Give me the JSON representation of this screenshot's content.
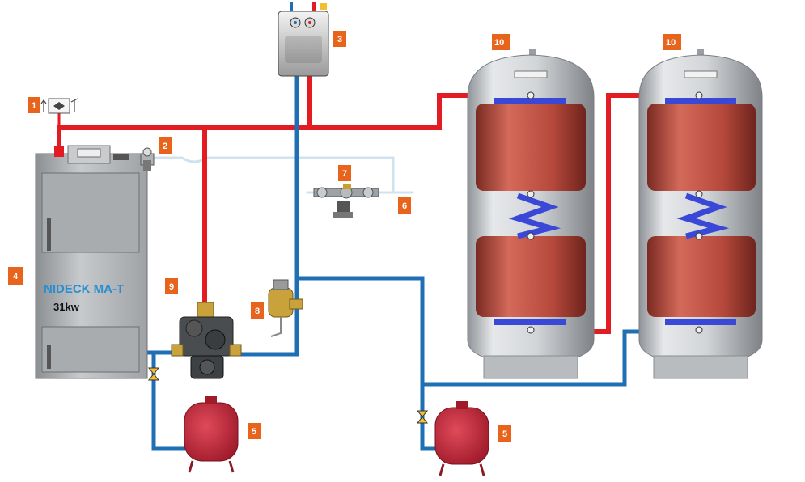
{
  "boiler": {
    "name": "NIDECK MA-T",
    "power": "31kw"
  },
  "labels": {
    "l1": "1",
    "l2": "2",
    "l3": "3",
    "l4": "4",
    "l5a": "5",
    "l5b": "5",
    "l6": "6",
    "l7": "7",
    "l8": "8",
    "l9": "9",
    "l10a": "10",
    "l10b": "10"
  },
  "colors": {
    "hot_pipe": "#e31b23",
    "cold_pipe": "#1f6fb5",
    "label_bg": "#e8641c",
    "tank_body": "#cfd2d6",
    "coil_copper": "#b5483b",
    "coil_blue": "#3a48d8",
    "expansion_vessel": "#c8273a",
    "boiler_body": "#b9bcbf",
    "boiler_text": "#2a8fd0"
  }
}
